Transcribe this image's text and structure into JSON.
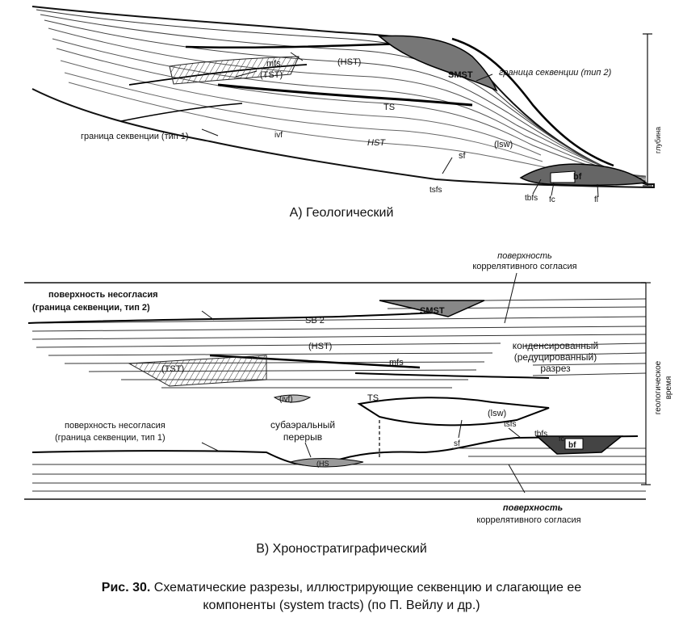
{
  "panel_a": {
    "heading": "А) Геологический",
    "labels": {
      "hst": "(HST)",
      "tst": "(TST)",
      "mfs": "mfs",
      "smst": "SMST",
      "ts": "TS",
      "hst_plain": "HST",
      "ivf": "ivf",
      "lsw": "(lsw)",
      "sf": "sf",
      "tsfs": "tsfs",
      "tbfs": "tbfs",
      "fc": "fc",
      "fl": "fl",
      "bf": "bf",
      "sb2": "граница секвенции (тип 2)",
      "sb1": "граница секвенции (тип 1)",
      "axis": "глубина"
    }
  },
  "panel_b": {
    "heading": "В) Хроностратиграфический",
    "labels": {
      "corr_top_1": "поверхность",
      "corr_top_2": "коррелятивного согласия",
      "unc2_1": "поверхность несогласия",
      "unc2_2": "(граница секвенции, тип 2)",
      "sb2": "SB 2",
      "smst": "SMST",
      "hst": "(HST)",
      "tst": "(TST)",
      "mfs": "mfs",
      "cond_1": "конденсированный",
      "cond_2": "(редуцированный)",
      "cond_3": "разрез",
      "ivf": "(ivf)",
      "ts": "TS",
      "lsw": "(lsw)",
      "tsfs": "tsfs",
      "tbfs": "tbfs",
      "fc": "fc",
      "bf": "bf",
      "sf": "sf",
      "unc1_1": "поверхность несогласия",
      "unc1_2": "(граница секвенции, тип 1)",
      "sub_1": "субаэральный",
      "sub_2": "перерыв",
      "hs": "(HS",
      "corr_bot_1": "поверхность",
      "corr_bot_2": "коррелятивного согласия",
      "axis_1": "геологическое",
      "axis_2": "время"
    }
  },
  "caption": {
    "bold": "Рис. 30.",
    "line1": " Схематические разрезы, иллюстрирующие секвенцию и слагающие ее",
    "line2": "компоненты (system tracts) (по П. Вейлу и др.)"
  }
}
